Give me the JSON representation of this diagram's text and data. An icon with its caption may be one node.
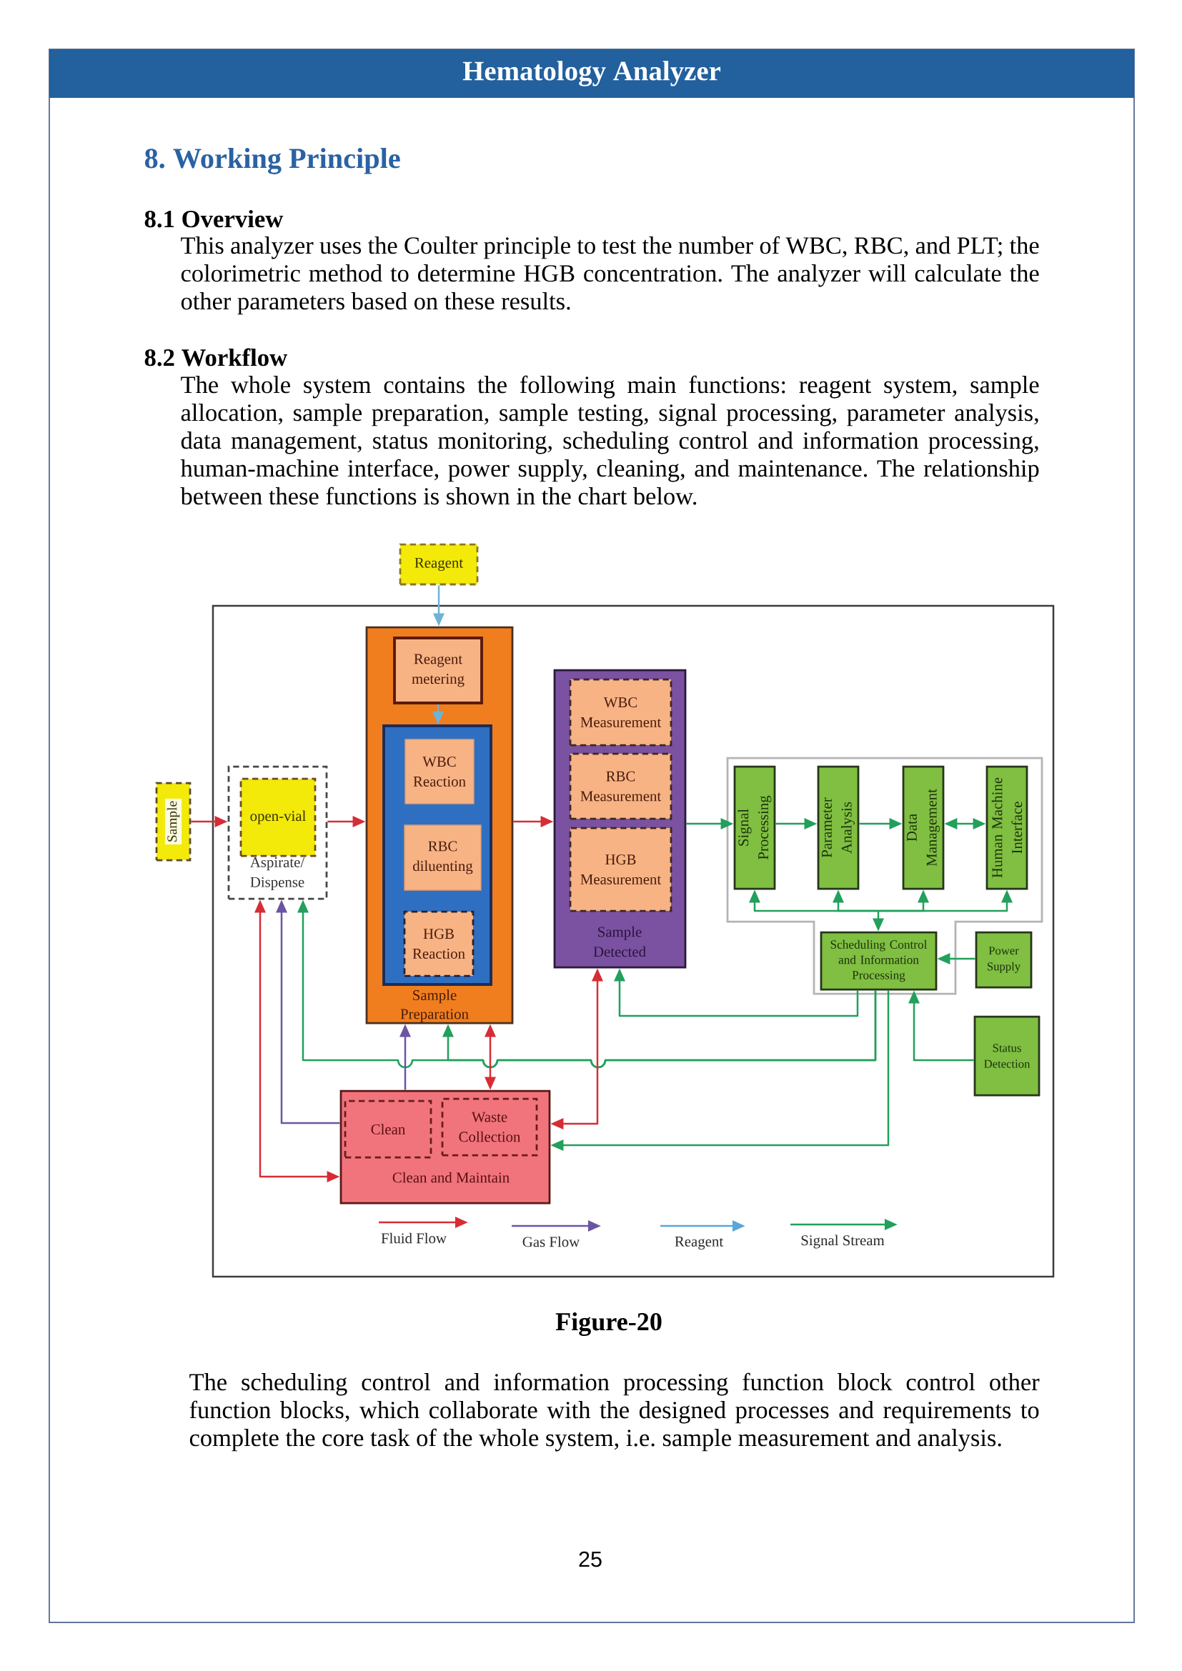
{
  "diagram": {
    "title": "8. Working Principle",
    "caption": "Figure-20",
    "nodes": [
      {
        "text": [
          "Reagent"
        ]
      },
      {
        "text": [
          "Sample"
        ]
      },
      {
        "text": [
          "Aspirate/ Dispense"
        ]
      },
      {
        "text": [
          "open-vial"
        ],
        "in": 2
      },
      {
        "text": [
          "Sample Preparation"
        ]
      },
      {
        "text": [
          "Reagent metering"
        ],
        "in": 4
      },
      {
        "text": [],
        "shape": "box",
        "in": 4
      },
      {
        "text": [
          "WBC Reaction"
        ],
        "in": 6
      },
      {
        "text": [
          "RBC diluenting"
        ],
        "in": 6
      },
      {
        "text": [
          "HGB Reaction"
        ],
        "in": 6
      },
      {
        "text": [
          "Sample Detected"
        ]
      },
      {
        "text": [
          "WBC Measurement"
        ],
        "in": 10
      },
      {
        "text": [
          "RBC Measurement"
        ],
        "in": 10
      },
      {
        "text": [
          "HGB Measurement"
        ],
        "in": 10
      },
      {
        "text": [],
        "shape": "box"
      },
      {
        "text": [
          "Signal Processing"
        ],
        "in": 14
      },
      {
        "text": [
          "Parameter Analysis"
        ],
        "in": 14
      },
      {
        "text": [
          "Data Management"
        ],
        "in": 14
      },
      {
        "text": [
          "Human Machine Interface"
        ],
        "in": 14
      },
      {
        "text": [
          "Scheduling Control and Information Processing"
        ],
        "in": 14
      },
      {
        "text": [
          "Power Supply"
        ]
      },
      {
        "text": [
          "Status Detection"
        ]
      },
      {
        "text": [
          "Clean and Maintain"
        ]
      },
      {
        "text": [
          "Clean"
        ],
        "in": 22
      },
      {
        "text": [
          "Waste Collection"
        ],
        "in": 22
      }
    ],
    "edges": [
      {
        "from": 0,
        "to": 4,
        "arrow": "to",
        "color": "#6fb2d6"
      },
      {
        "from": 5,
        "to": 6,
        "arrow": "to",
        "color": "#6fb2d6"
      },
      {
        "from": 1,
        "to": 2,
        "arrow": "to",
        "color": "#d62d35"
      },
      {
        "from": 2,
        "to": 4,
        "arrow": "to",
        "color": "#d62d35"
      },
      {
        "from": 4,
        "to": 10,
        "arrow": "to",
        "color": "#d62d35"
      },
      {
        "from": 10,
        "to": 15,
        "arrow": "to"
      },
      {
        "from": 15,
        "to": 16,
        "arrow": "to"
      },
      {
        "from": 16,
        "to": 17,
        "arrow": "to"
      },
      {
        "from": 17,
        "to": 18,
        "arrow": "both"
      },
      {
        "from": 19,
        "to": 15,
        "arrow": "both"
      },
      {
        "from": 19,
        "to": 16,
        "arrow": "both"
      },
      {
        "from": 19,
        "to": 17,
        "arrow": "both"
      },
      {
        "from": 19,
        "to": 18,
        "arrow": "both"
      },
      {
        "from": 20,
        "to": 19,
        "arrow": "to"
      },
      {
        "from": 21,
        "to": 19,
        "arrow": "to"
      },
      {
        "from": 19,
        "to": 10,
        "arrow": "to"
      },
      {
        "from": 19,
        "to": 4,
        "arrow": "to"
      },
      {
        "from": 19,
        "to": 2,
        "arrow": "to"
      },
      {
        "from": 19,
        "to": 22,
        "arrow": "to"
      },
      {
        "from": 10,
        "to": 22,
        "arrow": "both",
        "color": "#d62d35"
      },
      {
        "from": 4,
        "to": 22,
        "arrow": "both",
        "color": "#d62d35"
      },
      {
        "from": 2,
        "to": 22,
        "arrow": "both",
        "color": "#d62d35"
      },
      {
        "from": 22,
        "to": 4,
        "arrow": "to",
        "color": "#6b55a3"
      },
      {
        "from": 22,
        "to": 2,
        "arrow": "to",
        "color": "#6b55a3"
      }
    ],
    "labels": [
      "Hematology Analyzer",
      "8.1 Overview",
      "This analyzer uses the Coulter principle to test the number of WBC, RBC, and PLT; the colorimetric method to determine HGB concentration. The analyzer will calculate the other parameters based on these results.",
      "8.2 Workflow",
      "The whole system contains the following main functions: reagent system, sample allocation, sample preparation, sample testing, signal processing, parameter analysis, data management, status monitoring, scheduling control and information processing, human-machine interface, power supply, cleaning, and maintenance. The relationship between these functions is shown in the chart below.",
      "The scheduling control and information processing function block control other function blocks, which collaborate with the designed processes and requirements to complete the core task of the whole system, i.e. sample measurement and analysis.",
      "25"
    ],
    "legend": [
      {
        "text": "Fluid Flow"
      },
      {
        "text": "Gas Flow"
      },
      {
        "text": "Reagent"
      },
      {
        "text": "Signal Stream"
      }
    ]
  }
}
